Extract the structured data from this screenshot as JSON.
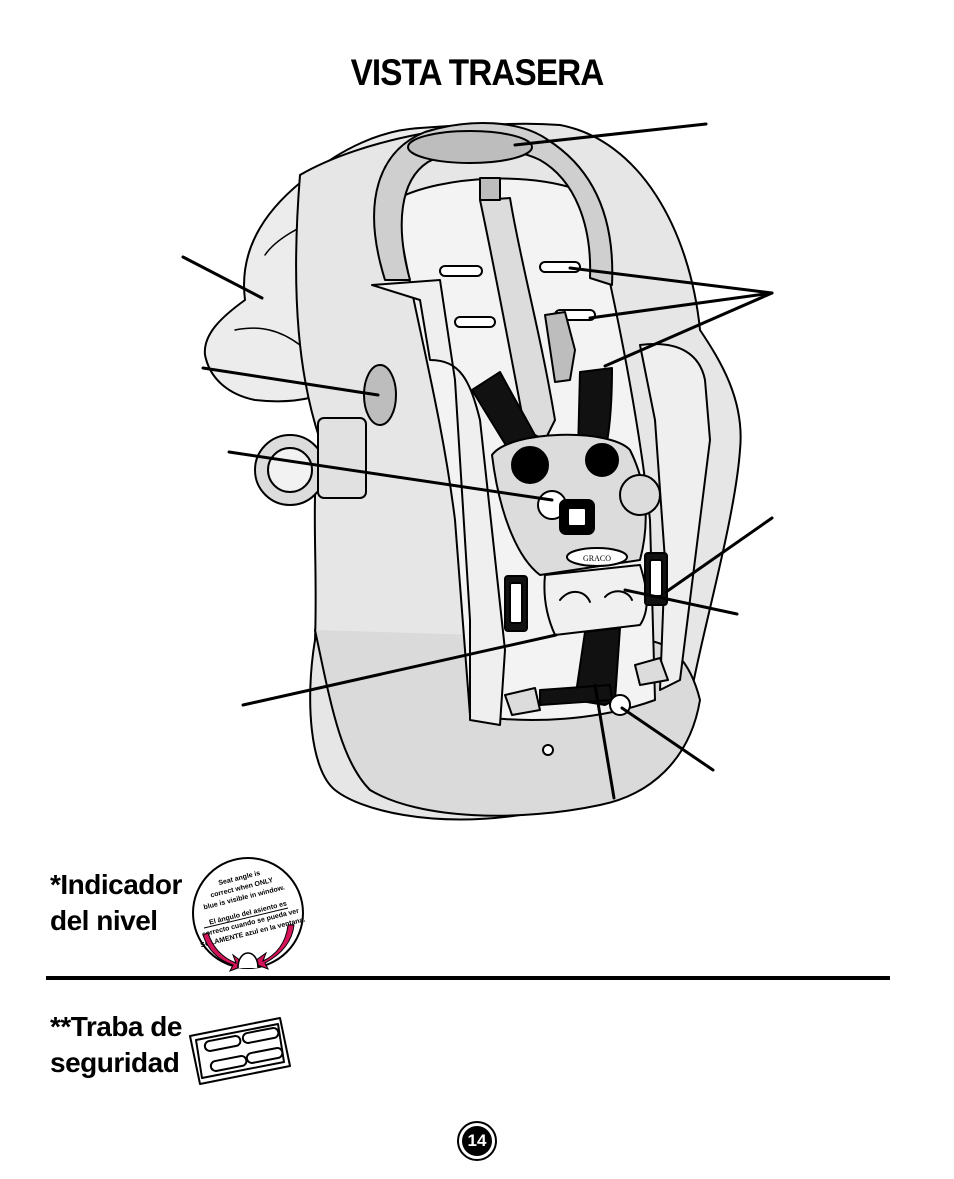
{
  "page": {
    "title": "VISTA TRASERA",
    "page_number": "14"
  },
  "legend": {
    "level_indicator": {
      "line1": "*Indicador",
      "line2": "del nivel",
      "sticker_lines": [
        "Seat angle is",
        "correct when ONLY",
        "blue is visible in window.",
        "El ángulo del asiento es",
        "correcto cuando se pueda ver",
        "SOLAMENTE azul en la ventana."
      ]
    },
    "lock_clip": {
      "line1": "**Traba de",
      "line2": "seguridad"
    }
  },
  "diagram": {
    "brand_badge": "GRACO"
  },
  "colors": {
    "ink": "#000000",
    "shell_fill": "#e6e6e6",
    "shell_fill_light": "#f2f2f2",
    "pad_fill": "#cfcfcf",
    "arrow_accent": "#d4145a"
  }
}
